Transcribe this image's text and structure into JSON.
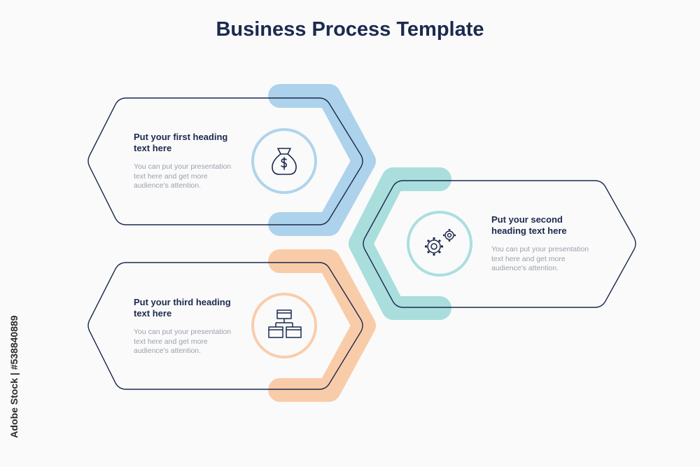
{
  "title": "Business Process Template",
  "steps": [
    {
      "heading_line1": "Put your first heading",
      "heading_line2": "text here",
      "body_line1": "You can put your presentation",
      "body_line2": "text here and get more",
      "body_line3": "audience's attention.",
      "icon": "money-bag-icon",
      "accent": "#a9d0ea"
    },
    {
      "heading_line1": "Put your second",
      "heading_line2": "heading text here",
      "body_line1": "You can put your presentation",
      "body_line2": "text here and get more",
      "body_line3": "audience's attention.",
      "icon": "gears-icon",
      "accent": "#a4dcdb"
    },
    {
      "heading_line1": "Put your third heading",
      "heading_line2": "text here",
      "body_line1": "You can put your presentation",
      "body_line2": "text here and get more",
      "body_line3": "audience's attention.",
      "icon": "org-chart-icon",
      "accent": "#f9c9a4"
    }
  ],
  "colors": {
    "outline": "#1b2a4e",
    "text_dark": "#1b2a4e",
    "text_muted": "#9aa1ad"
  },
  "watermark": {
    "stock_id": "Adobe Stock | #538840889"
  }
}
